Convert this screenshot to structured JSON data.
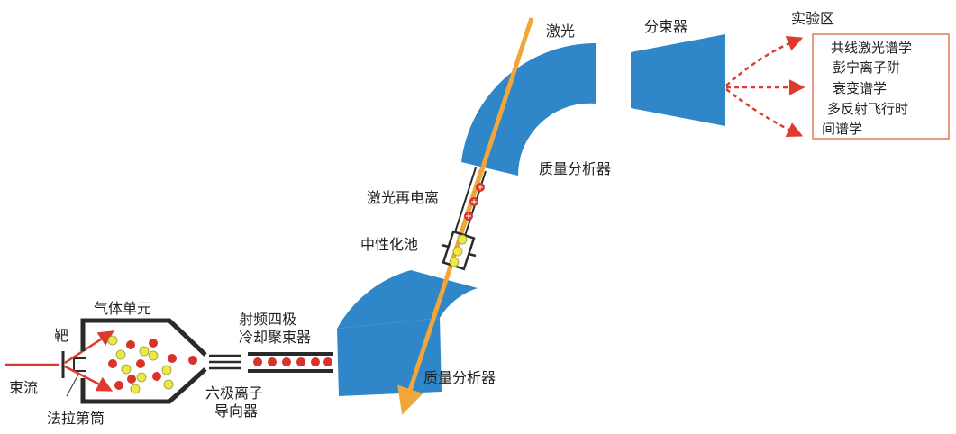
{
  "labels": {
    "beam_current": "束流",
    "target": "靶",
    "gas_cell": "气体单元",
    "faraday_cup": "法拉第筒",
    "hexapole_guide": "六极离子\n导向器",
    "rfq_cooler": "射频四极\n冷却聚束器",
    "mass_analyzer_lower": "质量分析器",
    "neutralization_cell": "中性化池",
    "laser_reionization": "激光再电离",
    "mass_analyzer_upper": "质量分析器",
    "laser": "激光",
    "beam_splitter": "分束器",
    "experiment_area": "实验区"
  },
  "experiments": [
    "共线激光谱学",
    "彭宁离子阱",
    "衰变谱学",
    "多反射飞行时",
    "间谱学"
  ],
  "colors": {
    "magnet_blue": "#2f86c8",
    "laser_orange": "#f0a63a",
    "beam_red": "#e03a2e",
    "ion_red": "#d9322b",
    "neutral_yellow": "#ede84a",
    "box_border": "#e07a5a",
    "structure_dark": "#2a2a2a"
  }
}
